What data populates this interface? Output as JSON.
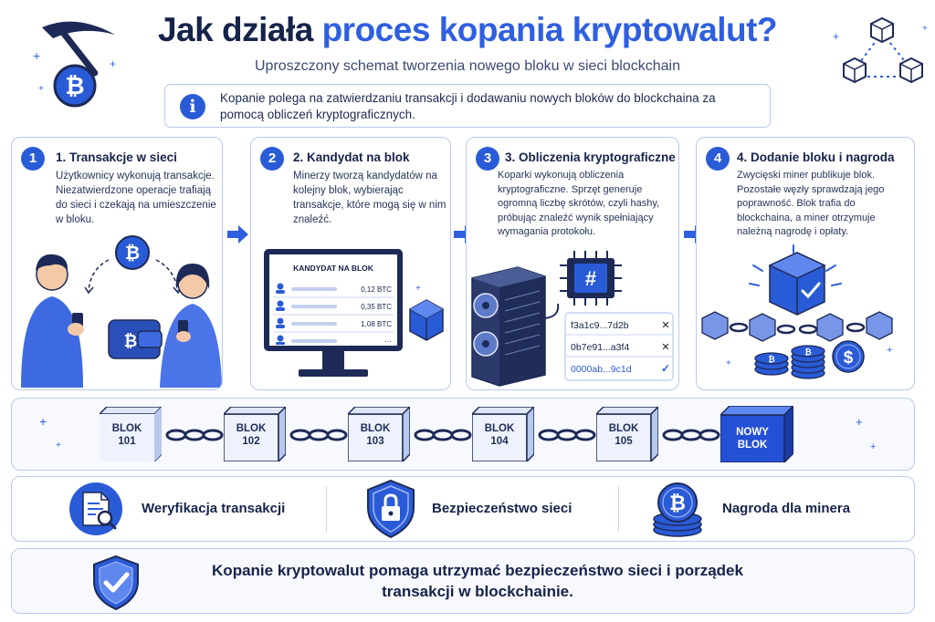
{
  "header": {
    "title_part1": "Jak działa ",
    "title_part2": "proces kopania kryptowalut?",
    "subtitle": "Uproszczony schemat tworzenia nowego bloku w sieci blockchain"
  },
  "info": {
    "icon_letter": "i",
    "text": "Kopanie polega na zatwierdzaniu transakcji i dodawaniu nowych bloków do blockchaina za pomocą obliczeń kryptograficznych."
  },
  "steps": [
    {
      "number": "1",
      "title": "1. Transakcje w sieci",
      "body": "Użytkownicy wykonują transakcje. Niezatwierdzone operacje trafiają do sieci i czekają na umieszczenie w bloku."
    },
    {
      "number": "2",
      "title": "2. Kandydat na blok",
      "body": "Minerzy tworzą kandydatów na kolejny blok, wybierając transakcje, które mogą się w nim znaleźć.",
      "candidate": {
        "header": "KANDYDAT NA BLOK",
        "rows": [
          "0,12 BTC",
          "0,35 BTC",
          "1,08 BTC",
          "···"
        ]
      }
    },
    {
      "number": "3",
      "title": "3. Obliczenia kryptograficzne",
      "body": "Koparki wykonują obliczenia kryptograficzne. Sprzęt generuje ogromną liczbę skrótów, czyli hashy, próbując znaleźć wynik spełniający wymagania protokołu.",
      "chip_symbol": "#",
      "hashes": [
        {
          "value": "f3a1c9...7d2b",
          "mark": "✕"
        },
        {
          "value": "0b7e91...a3f4",
          "mark": "✕"
        },
        {
          "value": "0000ab...9c1d",
          "mark": "✓"
        }
      ]
    },
    {
      "number": "4",
      "title": "4. Dodanie bloku i nagroda",
      "body": "Zwycięski miner publikuje blok. Pozostałe węzły sprawdzają jego poprawność. Blok trafia do blockchaina, a miner otrzymuje należną nagrodę i opłaty.",
      "coin_symbol": "$"
    }
  ],
  "chain": {
    "blocks": [
      {
        "line1": "BLOK",
        "line2": "101"
      },
      {
        "line1": "BLOK",
        "line2": "102"
      },
      {
        "line1": "BLOK",
        "line2": "103"
      },
      {
        "line1": "BLOK",
        "line2": "104"
      },
      {
        "line1": "BLOK",
        "line2": "105"
      },
      {
        "line1": "NOWY",
        "line2": "BLOK"
      }
    ]
  },
  "benefits": [
    {
      "label": "Weryfikacja transakcji",
      "icon": "document-search-icon"
    },
    {
      "label": "Bezpieczeństwo sieci",
      "icon": "shield-lock-icon"
    },
    {
      "label": "Nagroda dla minera",
      "icon": "bitcoin-coins-icon"
    }
  ],
  "conclusion": {
    "text": "Kopanie kryptowalut pomaga utrzymać bezpieczeństwo sieci i porządek transakcji w blockchainie."
  },
  "colors": {
    "accent": "#2f5fe0",
    "accent_dark": "#2a5bd7",
    "navy": "#16234a",
    "border": "#b9c9ee",
    "light_bg": "#f7f9ff",
    "success": "#1f8f4e",
    "error": "#222222"
  }
}
